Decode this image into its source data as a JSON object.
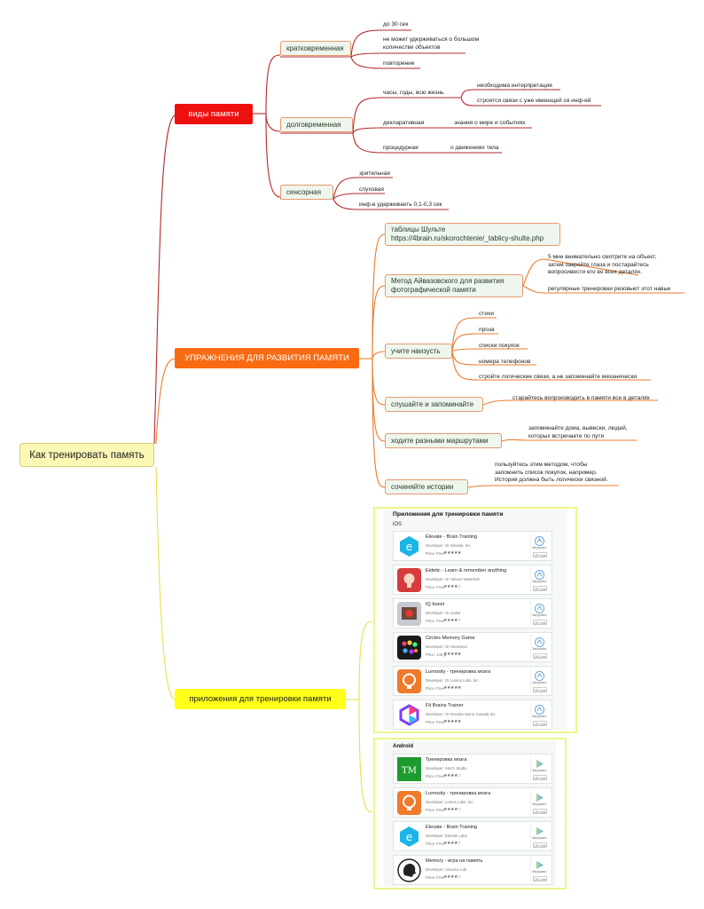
{
  "root": "Как тренировать память",
  "branches": {
    "types": "виды памяти",
    "exercises": "УПРАЖНЕНИЯ ДЛЯ РАЗВИТИЯ ПАМЯТИ",
    "apps": "приложения для тренировки памяти"
  },
  "types": {
    "short": {
      "label": "кратковременная",
      "leaves": [
        "до 30 сек",
        "не может удерживаться о большом\nколичестве объектов",
        "повторение"
      ]
    },
    "long": {
      "label": "долговременная",
      "leaf_hours": "часы, годы, всю жизнь",
      "leaf_hours_sub": [
        "необходима интерпретация",
        "строятся связи с уже имеющей ся инф-ей"
      ],
      "leaf_decl": "декларативная",
      "leaf_decl_sub": "знания о мире и событиях",
      "leaf_proc": "процедурная",
      "leaf_proc_sub": "о движениях тела"
    },
    "sensory": {
      "label": "сенсорная",
      "leaves": [
        "зрительная",
        "слуховая",
        "инф-в удерживаеть 0,1-0,3 сек"
      ]
    }
  },
  "exercises": {
    "schulte": "таблицы Шульте\nhttps://4brain.ru/skorochtenie/_tablicy-shulte.php",
    "aivazovsky": "Метод Айвазовского для развития\nфотографической памяти",
    "aivazovsky_leaves": [
      "5 мин внимательно смотрите на объект,\nзатем закройте глаза и постарайтесь\nвопросивести его во всех деталях.",
      "регулярные тренировки  резовьют этот навык"
    ],
    "learn": "учите наизусть",
    "learn_leaves": [
      "стихи",
      "проза",
      "списки покупок",
      "номера телефонов",
      "стройте логические связи, а не запоминайте механически"
    ],
    "listen": "слушайте и запоминайте",
    "listen_leaf": "старайтесь вопроизводить в памяти все в деталях",
    "routes": "ходите разными маршрутами",
    "routes_leaf": "запоминайте дома, вывески, людей,\nкоторых встречаете по пути",
    "stories": "сочиняйте истории",
    "stories_leaf": "пользуйтесь этим методом, чтобы\nзапомнить список покупок, например.\nИстория должна быть логически связной."
  },
  "ios_panel": {
    "title": "Приложения для тренировки памяти",
    "platform": "iOS",
    "get_label": "Загрузить",
    "qr_label": "QR Code",
    "apps": [
      {
        "name": "Elevate - Brain Training",
        "developer": "Developer: Or Elevate, Inc.",
        "price": "Price: Free",
        "stars": "★★★★★",
        "icon": "elevate-icon",
        "color": "#1bb5e8"
      },
      {
        "name": "Eidetic - Learn & remember anything",
        "developer": "Developer: Or Steven Waterhall",
        "price": "Price: Free",
        "stars": "★★★★☆",
        "icon": "eidetic-icon",
        "color": "#d63b3b"
      },
      {
        "name": "IQ boost",
        "developer": "Developer: Or sodiut",
        "price": "Price: Free",
        "stars": "★★★★☆",
        "icon": "iq-boost-icon",
        "color": "#6b4a3a"
      },
      {
        "name": "Circles Memory Game",
        "developer": "Developer: Or Snowman",
        "price": "Price: 149 р.",
        "stars": "★★★★★",
        "icon": "circles-icon",
        "color": "#1a1a1a"
      },
      {
        "name": "Lumosity - тренировка мозга",
        "developer": "Developer: Or Lumos Labs, Inc.",
        "price": "Price: Free",
        "stars": "★★★★★",
        "icon": "lumosity-icon",
        "color": "#f07a2c"
      },
      {
        "name": "Fit Brains Trainer",
        "developer": "Developer: Or Rosetta Stone Canada Inc.",
        "price": "Price: Free",
        "stars": "★★★★★",
        "icon": "fit-brains-icon",
        "color": "#ffffff"
      }
    ]
  },
  "android_panel": {
    "platform": "Android",
    "get_label": "Загрузить",
    "qr_label": "QR Code",
    "apps": [
      {
        "name": "Тренировка мозга",
        "developer": "Developer: Alex's Studio",
        "price": "Price: Free",
        "stars": "★★★★☆",
        "icon": "tm-icon",
        "color": "#1e9b2f"
      },
      {
        "name": "Lumosity - тренировка мозга",
        "developer": "Developer: Lumos Labs, Inc.",
        "price": "Price: Free",
        "stars": "★★★★☆",
        "icon": "lumosity-icon",
        "color": "#f07a2c"
      },
      {
        "name": "Elevate - Brain Training",
        "developer": "Developer: Elevate Labs",
        "price": "Price: Free",
        "stars": "★★★★☆",
        "icon": "elevate-icon",
        "color": "#1bb5e8"
      },
      {
        "name": "Memory - игра на память",
        "developer": "Developer: cSource Lab",
        "price": "Price: Free",
        "stars": "★★★★☆",
        "icon": "memory-head-icon",
        "color": "#ffffff"
      }
    ]
  },
  "colors": {
    "wire_red": "#b5282a",
    "wire_orange": "#ec7a2c",
    "wire_yellow": "#e8e04a",
    "types_branch": "#ee0f0f",
    "exercises_branch": "#f86b13",
    "apps_branch": "#ffff1a"
  }
}
